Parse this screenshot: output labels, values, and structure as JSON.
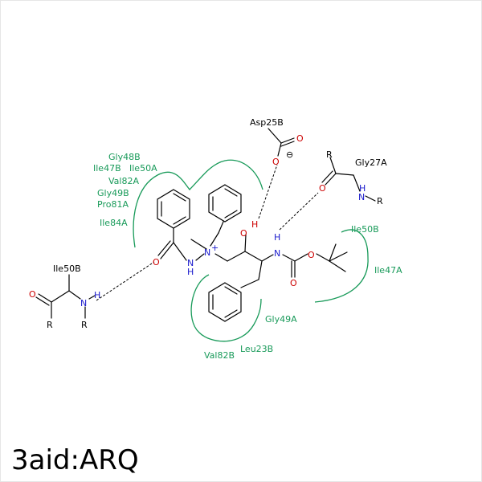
{
  "title": "3aid:ARQ",
  "residues": {
    "gly48b": "Gly48B",
    "ile47b": "Ile47B",
    "ile50a": "Ile50A",
    "val82a": "Val82A",
    "gly49b": "Gly49B",
    "pro81a": "Pro81A",
    "ile84a": "Ile84A",
    "ile50b_right": "Ile50B",
    "ile47a": "Ile47A",
    "gly49a": "Gly49A",
    "leu23b": "Leu23B",
    "val82b": "Val82B",
    "asp25b": "Asp25B",
    "gly27a": "Gly27A",
    "ile50b_left": "Ile50B"
  },
  "atoms": {
    "o": "O",
    "n": "N",
    "h": "H",
    "r": "R",
    "n_plus": "N",
    "plus": "+",
    "minus": "⊖"
  },
  "colors": {
    "pocket": "#189a59",
    "nitrogen": "#1a1acc",
    "oxygen": "#cc0000",
    "bond": "#000000"
  }
}
